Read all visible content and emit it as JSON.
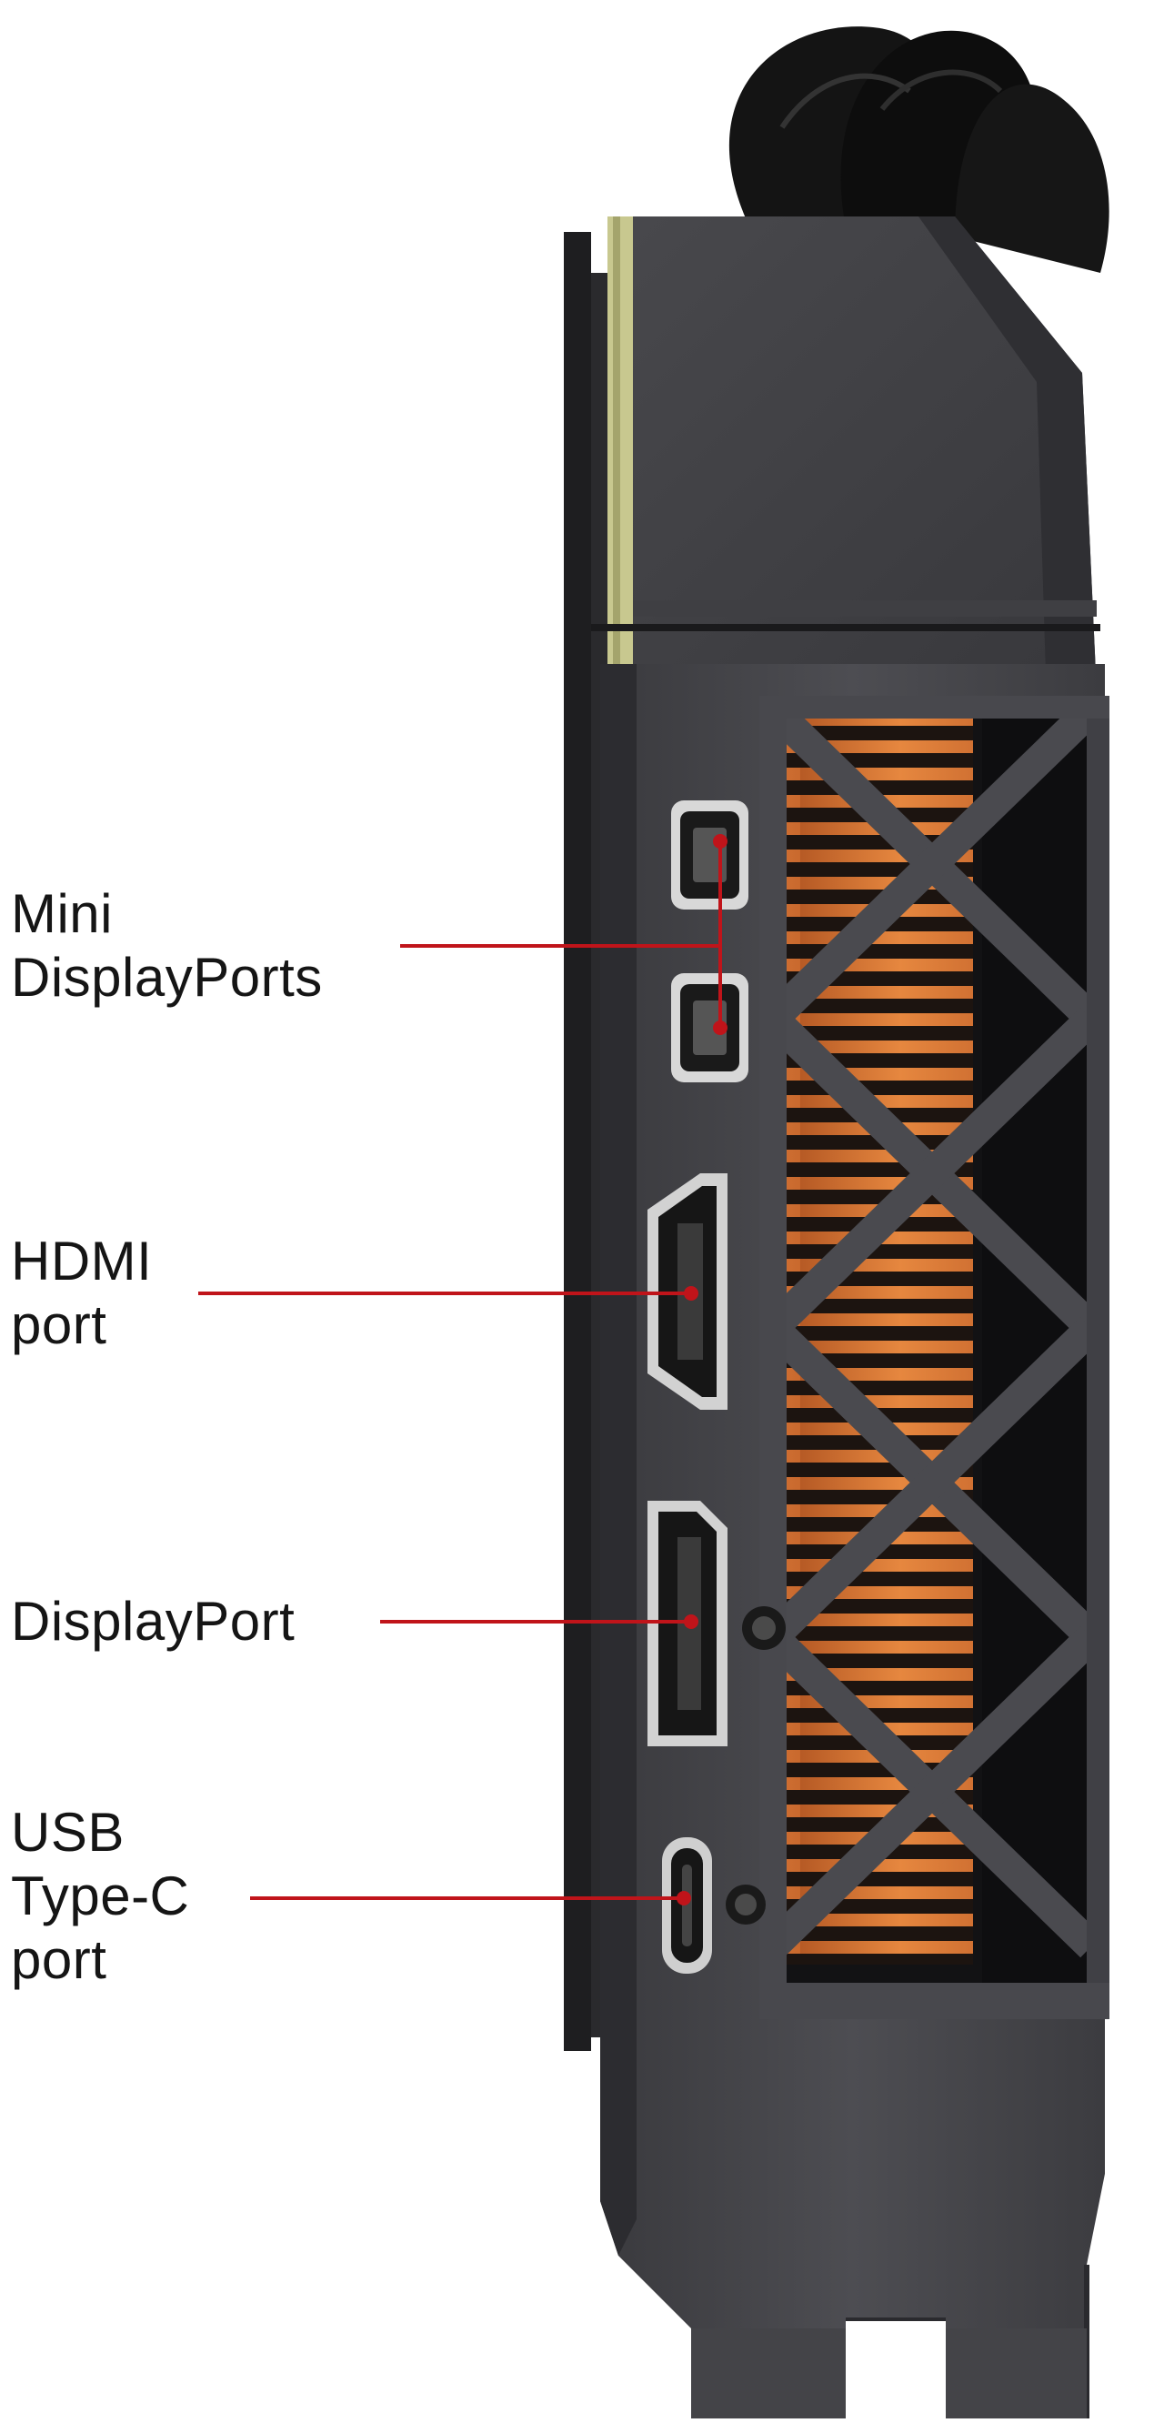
{
  "diagram": {
    "labels": [
      {
        "id": "mini-displayports",
        "lines": [
          "Mini",
          "DisplayPorts"
        ]
      },
      {
        "id": "hdmi-port",
        "lines": [
          "HDMI",
          "port"
        ]
      },
      {
        "id": "displayport",
        "lines": [
          "DisplayPort"
        ]
      },
      {
        "id": "usb-type-c-port",
        "lines": [
          "USB",
          "Type-C",
          "port"
        ]
      }
    ],
    "colors": {
      "background": "#ffffff",
      "bracket": "#4a4a4e",
      "bracket_shadow": "#2f2f33",
      "heatsink_copper": "#d9783a",
      "cables": "#151515",
      "pcb_edge": "#c8c88f",
      "leader_line": "#c0141a"
    }
  }
}
